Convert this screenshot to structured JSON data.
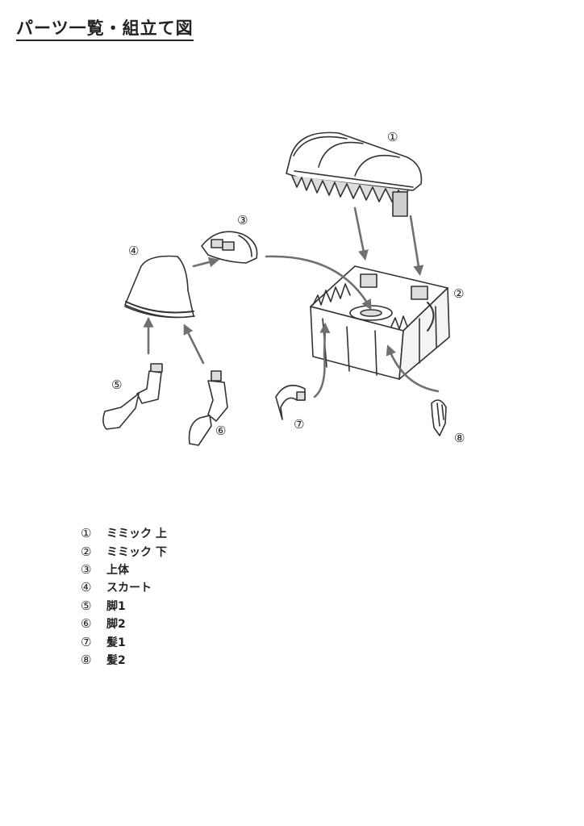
{
  "page": {
    "title": "パーツ一覧・組立て図"
  },
  "diagram": {
    "labels": [
      "①",
      "②",
      "③",
      "④",
      "⑤",
      "⑥",
      "⑦",
      "⑧"
    ]
  },
  "parts": [
    {
      "num": "①",
      "name": "ミミック 上"
    },
    {
      "num": "②",
      "name": "ミミック 下"
    },
    {
      "num": "③",
      "name": "上体"
    },
    {
      "num": "④",
      "name": "スカート"
    },
    {
      "num": "⑤",
      "name": "脚1"
    },
    {
      "num": "⑥",
      "name": "脚2"
    },
    {
      "num": "⑦",
      "name": "髪1"
    },
    {
      "num": "⑧",
      "name": "髪2"
    }
  ],
  "colors": {
    "line": "#333333",
    "arrow": "#707070",
    "shade": "#cfcfcf"
  }
}
